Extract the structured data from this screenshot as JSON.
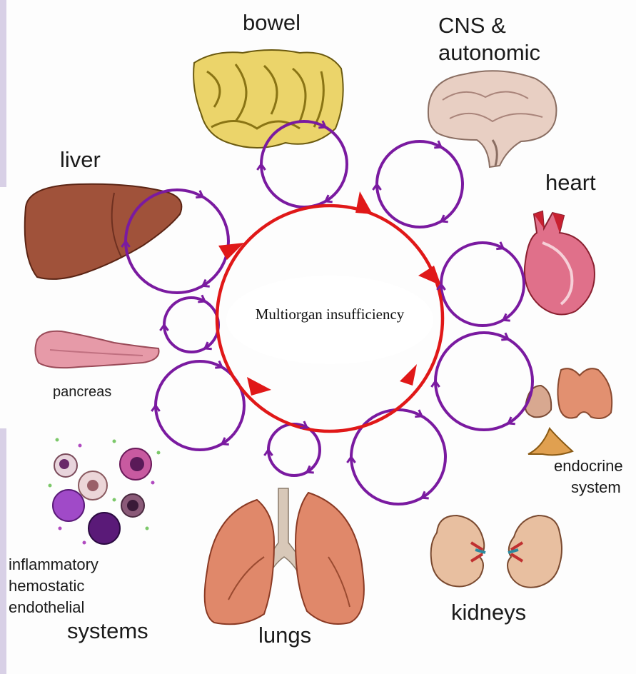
{
  "center": {
    "title": "Multiorgan insufficiency"
  },
  "labels": {
    "bowel": "bowel",
    "cns_line1": "CNS &",
    "cns_line2": "autonomic",
    "heart": "heart",
    "liver": "liver",
    "pancreas": "pancreas",
    "endocrine_line1": "endocrine",
    "endocrine_line2": "system",
    "kidneys": "kidneys",
    "lungs": "lungs",
    "systems_line1": "inflammatory",
    "systems_line2": "hemostatic",
    "systems_line3": "endothelial",
    "systems_line4": "systems"
  },
  "colors": {
    "main_cycle": "#e01818",
    "organ_cycles": "#7a1aa0",
    "left_band": "#d8d0e6"
  }
}
